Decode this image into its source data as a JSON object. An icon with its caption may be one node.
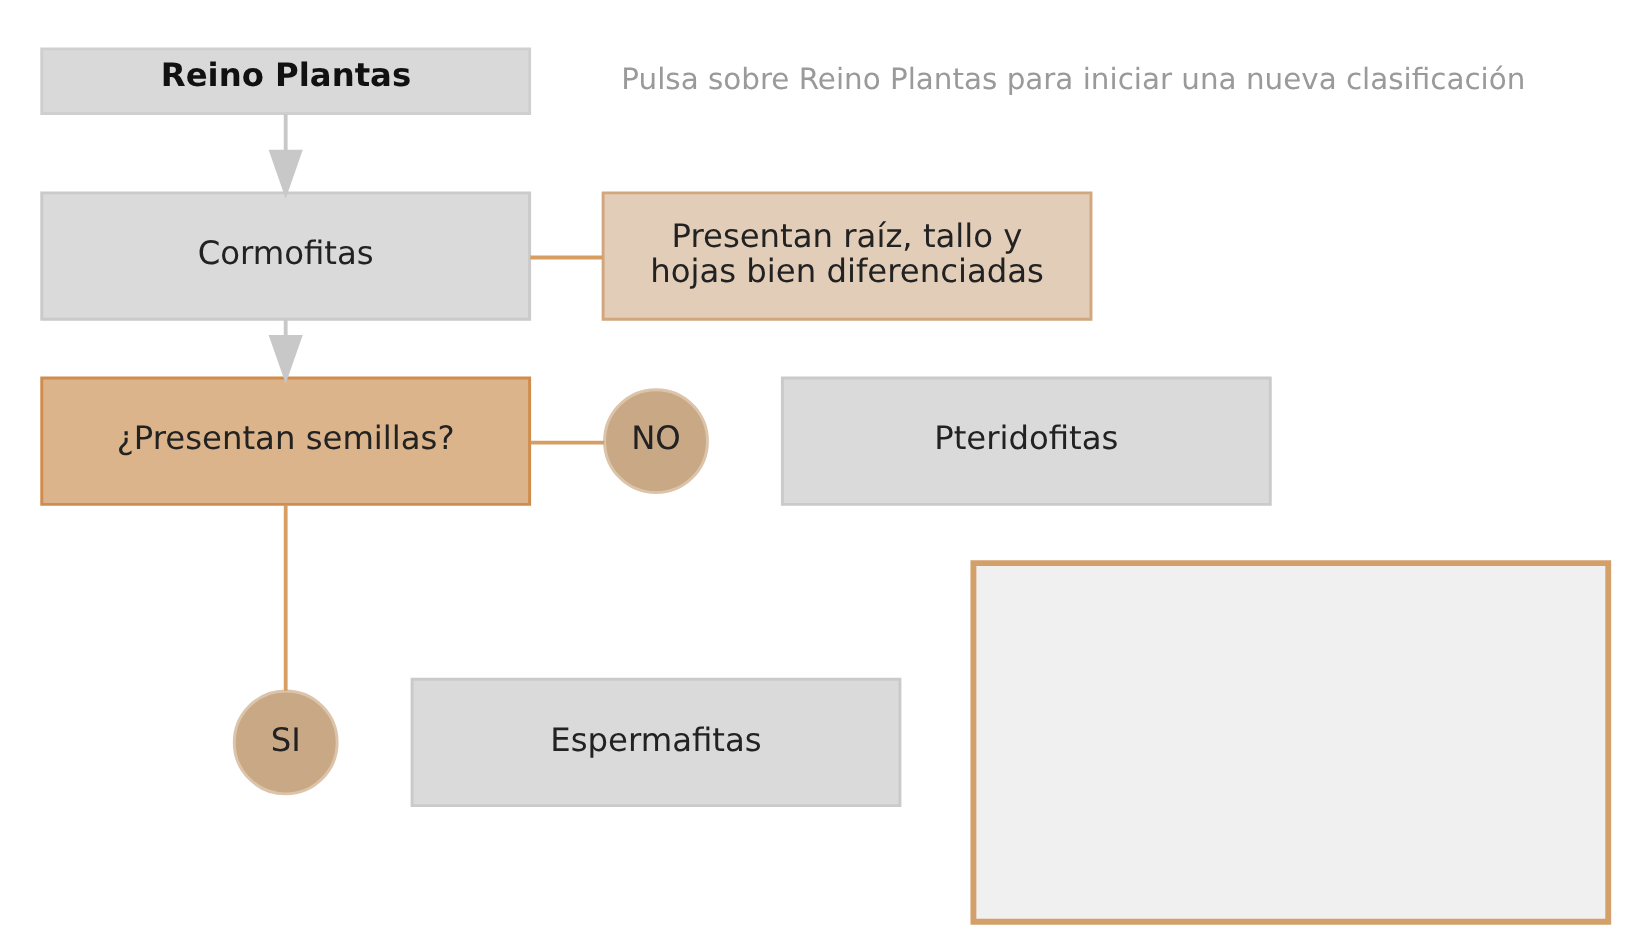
{
  "diagram": {
    "nodes": [
      {
        "text": [
          "Reino Plantas"
        ]
      },
      {
        "text": [
          "Cormofitas"
        ]
      },
      {
        "text": [
          "Presentan raíz, tallo y hojas bien diferenciadas"
        ]
      },
      {
        "text": [
          "¿Presentan semillas?"
        ]
      },
      {
        "text": [
          "NO"
        ]
      },
      {
        "text": [
          "Pteridofitas"
        ]
      },
      {
        "text": [
          "SI"
        ]
      },
      {
        "text": [
          "Espermafitas"
        ]
      },
      {
        "text": [],
        "shape": "box"
      }
    ],
    "edges": [
      {
        "from": 0,
        "to": 1,
        "arrow": "to",
        "color": "#c8c8c8"
      },
      {
        "from": 1,
        "to": 2,
        "arrow": "none"
      },
      {
        "from": 1,
        "to": 3,
        "arrow": "to",
        "color": "#c8c8c8"
      },
      {
        "from": 3,
        "to": 4,
        "arrow": "none"
      },
      {
        "from": 3,
        "to": 6,
        "arrow": "none"
      }
    ],
    "labels": [
      "Pulsa sobre Reino Plantas para iniciar una nueva clasificación"
    ]
  }
}
